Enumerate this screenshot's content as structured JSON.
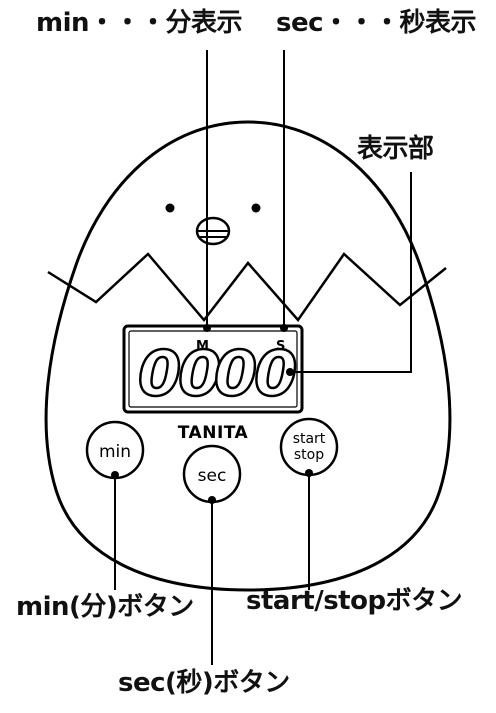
{
  "callouts": {
    "min_display": "min・・・分表示",
    "sec_display": "sec・・・秒表示",
    "display_section": "表示部",
    "min_button": "min(分)ボタン",
    "start_stop_button": "start/stopボタン",
    "sec_button": "sec(秒)ボタン"
  },
  "display": {
    "minutes": "00",
    "seconds": "00",
    "min_marker": "M",
    "sec_marker": "S"
  },
  "brand": "TANITA",
  "buttons": {
    "min": "min",
    "sec": "sec",
    "start": "start",
    "stop": "stop"
  },
  "colors": {
    "ink": "#111111",
    "body": "#ffffff",
    "outline": "#000000"
  }
}
